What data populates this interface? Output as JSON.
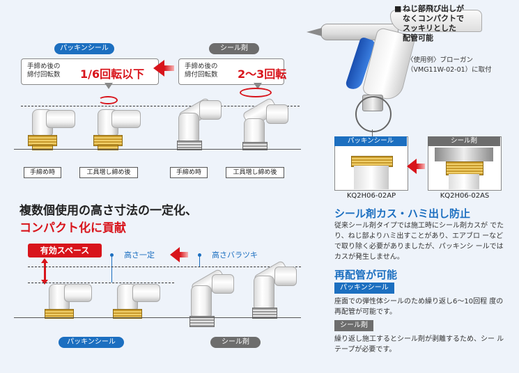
{
  "top": {
    "packing_pill": "パッキンシール",
    "sealant_pill": "シール剤",
    "callout_label": "手締め後の\n締付回転数",
    "packing_value": "1/6回転以下",
    "sealant_value": "2〜3回転",
    "tag_hand": "手締め時",
    "tag_tool": "工具増し締め後"
  },
  "middle": {
    "headline_1": "複数個使用の高さ寸法の一定化、",
    "headline_2": "コンパクト化に貢献"
  },
  "bottom": {
    "effective_space": "有効スペース",
    "height_const": "高さ一定",
    "height_var": "高さバラツキ",
    "packing_pill": "パッキンシール",
    "sealant_pill": "シール剤"
  },
  "gun": {
    "note_bullet": "■",
    "note": "ねじ部飛び出しが\nなくコンパクトで\nスッキリとした\n配管可能",
    "example": "〈使用例〉ブローガン\n（VMG11W-02-01）に取付"
  },
  "compare": {
    "packing_header": "パッキンシール",
    "sealant_header": "シール剤",
    "packing_model": "KQ2H06-02AP",
    "sealant_model": "KQ2H06-02AS"
  },
  "right": {
    "title1": "シール剤カス・ハミ出し防止",
    "body1": "従来シール剤タイプでは施工時にシール剤カスが でたり、ねじ部よりハミ出すことがあり、エアブロ ーなどで取り除く必要がありましたが、パッキンシ ールではカスが発生しません。",
    "title2": "再配管が可能",
    "packing_tag": "パッキンシール",
    "body2": "座面での弾性体シールのため繰り返し6〜10回程 度の再配管が可能です。",
    "sealant_tag": "シール剤",
    "body3": "繰り返し施工するとシール剤が剥離するため、シー ルテープが必要です。"
  },
  "colors": {
    "accent_blue": "#1c6fc0",
    "accent_red": "#d8141b",
    "brass": "#d4a63a"
  }
}
